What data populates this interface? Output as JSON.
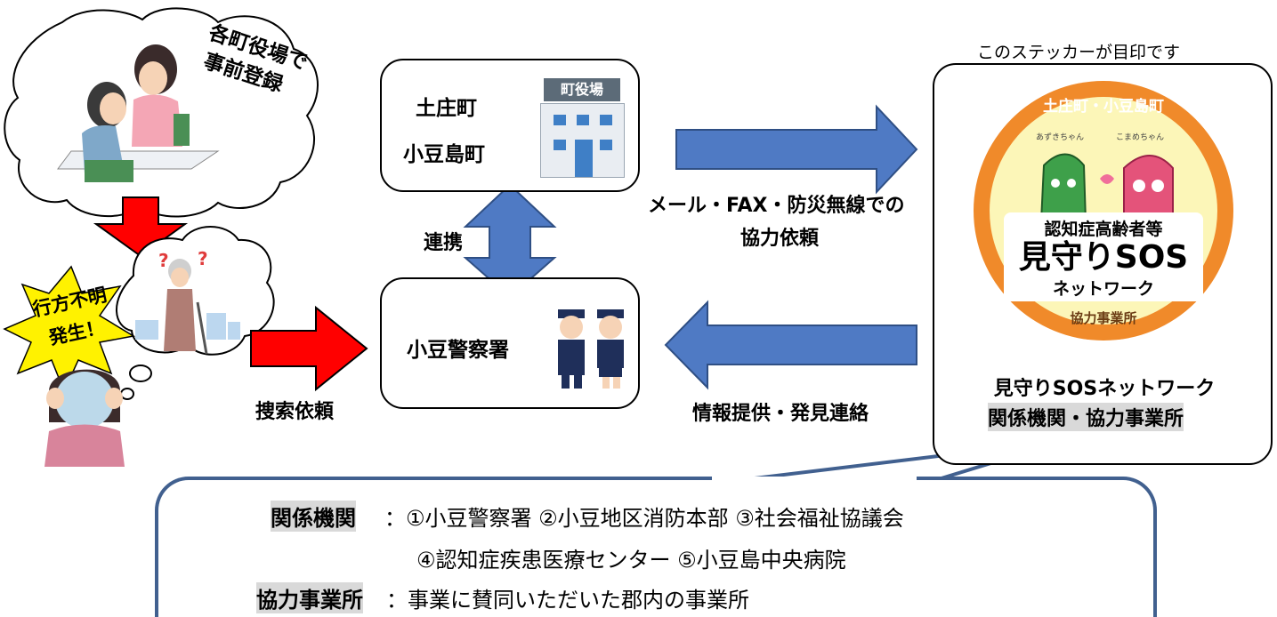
{
  "registration_cloud": {
    "text_line1": "各町役場で",
    "text_line2": "事前登録"
  },
  "missing_burst": {
    "line1": "行方不明",
    "line2": "発生！"
  },
  "town_office_box": {
    "town1": "土庄町",
    "town2": "小豆島町",
    "building_sign": "町役場"
  },
  "police_box": {
    "name": "小豆警察署"
  },
  "labels": {
    "coordination": "連携",
    "search_request": "捜索依頼",
    "cooperation_request_line1": "メール・FAX・防災無線での",
    "cooperation_request_line2": "協力依頼",
    "info_report": "情報提供・発見連絡"
  },
  "sticker": {
    "caption": "このステッカーが目印です",
    "arc_top": "土庄町・小豆島町",
    "char_left": "あずきちゃん",
    "char_right": "こまめちゃん",
    "banner_line1": "認知症高齢者等",
    "banner_line2": "見守りSOS",
    "banner_line3": "ネットワーク",
    "arc_bottom": "協力事業所",
    "network_name": "見守りSOSネットワーク",
    "parties_line": "関係機関・協力事業所"
  },
  "callout": {
    "related_label": "関係機関",
    "related_list_line1": "：①小豆警察署 ②小豆地区消防本部 ③社会福祉協議会",
    "related_list_line2": "④認知症疾患医療センター ⑤小豆島中央病院",
    "coop_label": "協力事業所",
    "coop_text": "：事業に賛同いただいた郡内の事業所"
  },
  "colors": {
    "blue_arrow": "#4f7ac4",
    "red_arrow": "#ff0000",
    "sticker_orange": "#f08a2a",
    "callout_border": "#41608f"
  }
}
